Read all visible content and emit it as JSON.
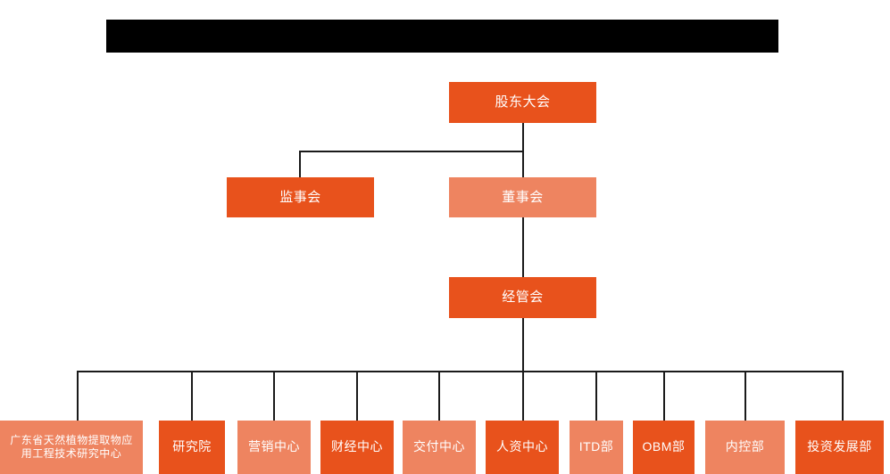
{
  "banner": {
    "name": "redacted-title-bar",
    "text": "",
    "color": "#000000"
  },
  "theme": {
    "primary_color": "#E8521C",
    "secondary_color": "#EE8460",
    "line_color": "#1a1a1a",
    "background": "#ffffff",
    "text_color": "#ffffff"
  },
  "org_chart": {
    "type": "org-chart",
    "levels": [
      {
        "level": 1,
        "nodes": [
          {
            "id": "shareholders-meeting",
            "label": "股东大会",
            "style": "primary"
          }
        ]
      },
      {
        "level": 2,
        "nodes": [
          {
            "id": "board-of-supervisors",
            "label": "监事会",
            "style": "primary"
          },
          {
            "id": "board-of-directors",
            "label": "董事会",
            "style": "secondary"
          }
        ]
      },
      {
        "level": 3,
        "nodes": [
          {
            "id": "management-committee",
            "label": "经管会",
            "style": "primary"
          }
        ]
      },
      {
        "level": 4,
        "nodes": [
          {
            "id": "research-center",
            "label": "广东省天然植物提取物应\n用工程技术研究中心",
            "style": "secondary"
          },
          {
            "id": "research-institute",
            "label": "研究院",
            "style": "primary"
          },
          {
            "id": "marketing-center",
            "label": "营销中心",
            "style": "secondary"
          },
          {
            "id": "finance-center",
            "label": "财经中心",
            "style": "primary"
          },
          {
            "id": "delivery-center",
            "label": "交付中心",
            "style": "secondary"
          },
          {
            "id": "hr-center",
            "label": "人资中心",
            "style": "primary"
          },
          {
            "id": "itd-department",
            "label": "ITD部",
            "style": "secondary"
          },
          {
            "id": "obm-department",
            "label": "OBM部",
            "style": "primary"
          },
          {
            "id": "internal-control-department",
            "label": "内控部",
            "style": "secondary"
          },
          {
            "id": "investment-development-department",
            "label": "投资发展部",
            "style": "primary"
          }
        ]
      }
    ]
  }
}
